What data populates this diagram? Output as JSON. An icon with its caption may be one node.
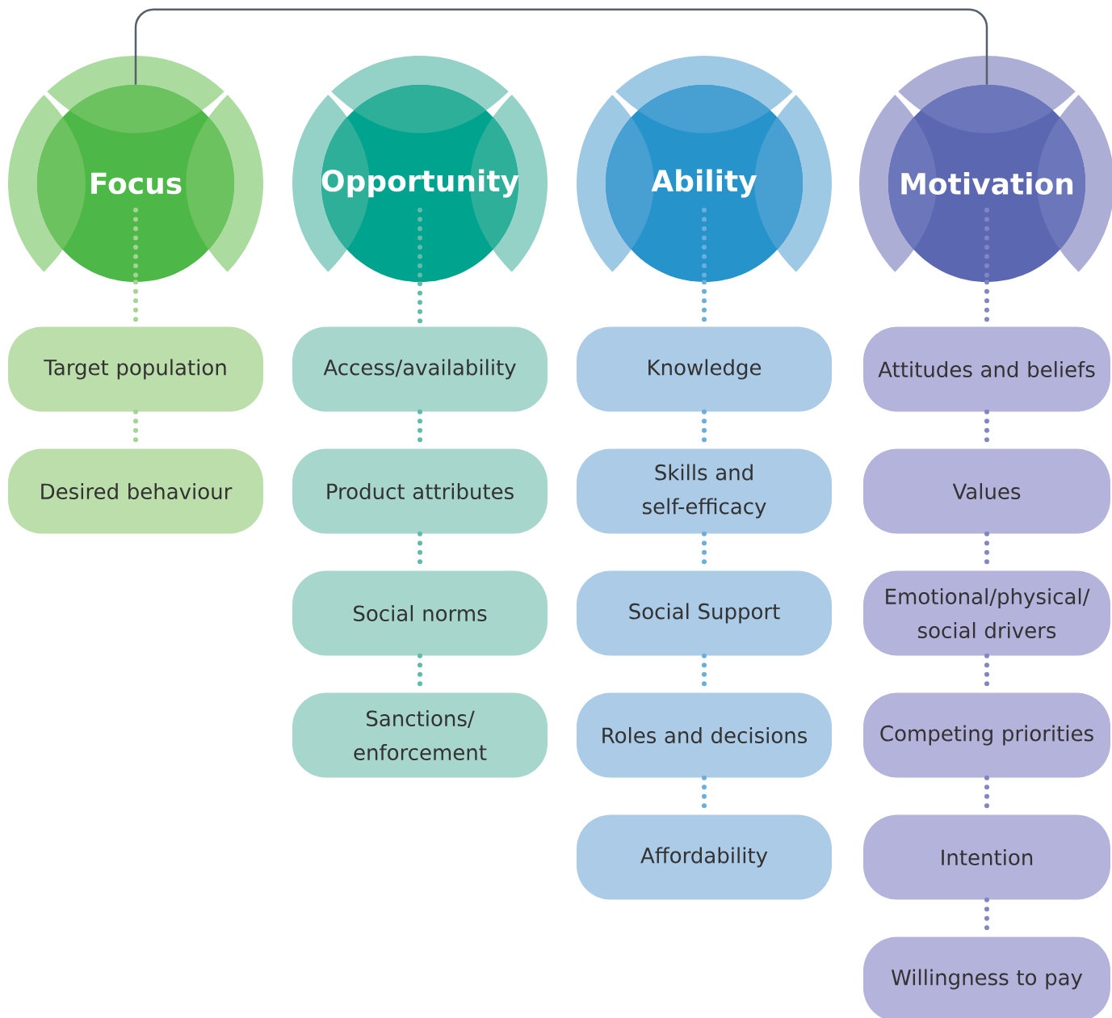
{
  "diagram": {
    "nodes": [
      {
        "text": [
          "Focus"
        ]
      },
      {
        "text": [
          "Opportunity"
        ]
      },
      {
        "text": [
          "Ability"
        ]
      },
      {
        "text": [
          "Motivation"
        ]
      },
      {
        "text": [
          "Target population"
        ]
      },
      {
        "text": [
          "Desired behaviour"
        ]
      },
      {
        "text": [
          "Access/availability"
        ]
      },
      {
        "text": [
          "Product attributes"
        ]
      },
      {
        "text": [
          "Social norms"
        ]
      },
      {
        "text": [
          "Sanctions/ enforcement"
        ]
      },
      {
        "text": [
          "Knowledge"
        ]
      },
      {
        "text": [
          "Skills and self-efficacy"
        ]
      },
      {
        "text": [
          "Social Support"
        ]
      },
      {
        "text": [
          "Roles and decisions"
        ]
      },
      {
        "text": [
          "Affordability"
        ]
      },
      {
        "text": [
          "Attitudes and beliefs"
        ]
      },
      {
        "text": [
          "Values"
        ]
      },
      {
        "text": [
          "Emotional/physical/ social drivers"
        ]
      },
      {
        "text": [
          "Competing priorities"
        ]
      },
      {
        "text": [
          "Intention"
        ]
      },
      {
        "text": [
          "Willingness to pay"
        ]
      }
    ],
    "edges": [
      {
        "from": 0,
        "to": 3,
        "arrow": "none"
      },
      {
        "from": 0,
        "to": 4,
        "arrow": "none",
        "style": "dashed",
        "color": "#a3d494"
      },
      {
        "from": 4,
        "to": 5,
        "arrow": "none",
        "style": "dashed",
        "color": "#a3d494"
      },
      {
        "from": 1,
        "to": 6,
        "arrow": "none",
        "style": "dashed",
        "color": "#5fbcab"
      },
      {
        "from": 6,
        "to": 7,
        "arrow": "none",
        "style": "dashed",
        "color": "#5fbcab"
      },
      {
        "from": 7,
        "to": 8,
        "arrow": "none",
        "style": "dashed",
        "color": "#5fbcab"
      },
      {
        "from": 8,
        "to": 9,
        "arrow": "none",
        "style": "dashed",
        "color": "#5fbcab"
      },
      {
        "from": 2,
        "to": 10,
        "arrow": "none",
        "style": "dashed",
        "color": "#6aaedc"
      },
      {
        "from": 10,
        "to": 11,
        "arrow": "none",
        "style": "dashed",
        "color": "#6aaedc"
      },
      {
        "from": 11,
        "to": 12,
        "arrow": "none",
        "style": "dashed",
        "color": "#6aaedc"
      },
      {
        "from": 12,
        "to": 13,
        "arrow": "none",
        "style": "dashed",
        "color": "#6aaedc"
      },
      {
        "from": 13,
        "to": 14,
        "arrow": "none",
        "style": "dashed",
        "color": "#6aaedc"
      },
      {
        "from": 3,
        "to": 15,
        "arrow": "none",
        "style": "dashed",
        "color": "#8086c4"
      },
      {
        "from": 15,
        "to": 16,
        "arrow": "none",
        "style": "dashed",
        "color": "#8086c4"
      },
      {
        "from": 16,
        "to": 17,
        "arrow": "none",
        "style": "dashed",
        "color": "#8086c4"
      },
      {
        "from": 17,
        "to": 18,
        "arrow": "none",
        "style": "dashed",
        "color": "#8086c4"
      },
      {
        "from": 18,
        "to": 19,
        "arrow": "none",
        "style": "dashed",
        "color": "#8086c4"
      },
      {
        "from": 19,
        "to": 20,
        "arrow": "none",
        "style": "dashed",
        "color": "#8086c4"
      }
    ]
  }
}
